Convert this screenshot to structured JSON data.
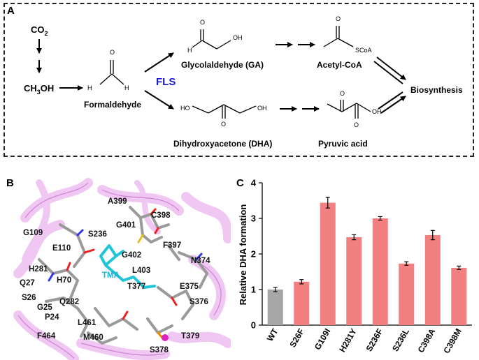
{
  "panel_labels": {
    "a": "A",
    "b": "B",
    "c": "C"
  },
  "pathway": {
    "co2": "CO",
    "co2_sub": "2",
    "methanol": "CH",
    "methanol_sub": "3",
    "methanol_tail": "OH",
    "formaldehyde": "Formaldehyde",
    "enzyme": "FLS",
    "glycolaldehyde": "Glycolaldehyde (GA)",
    "dha": "Dihydroxyacetone (DHA)",
    "acetyl_coa": "Acetyl-CoA",
    "pyruvic": "Pyruvic acid",
    "biosynthesis": "Biosynthesis",
    "atoms": {
      "O": "O",
      "H": "H",
      "OH": "OH",
      "HO": "HO",
      "SCoA": "SCoA"
    },
    "colors": {
      "enzyme": "#1a1ad0"
    }
  },
  "structure": {
    "ligand_label": "TMA",
    "residues": [
      "A399",
      "C398",
      "G401",
      "G109",
      "S236",
      "F397",
      "E110",
      "G402",
      "N374",
      "L403",
      "H281",
      "H70",
      "Q27",
      "T377",
      "E375",
      "S26",
      "G25",
      "Q282",
      "S376",
      "P24",
      "L461",
      "F464",
      "M460",
      "T379",
      "S378"
    ],
    "colors": {
      "cartoon": "#e28ce8",
      "ligand": "#22c4d8",
      "residue_label": "#111111",
      "ligand_label": "#1ab0e0"
    }
  },
  "chart_data": {
    "type": "bar",
    "categories": [
      "WT",
      "S26F",
      "G109I",
      "H281Y",
      "S236F",
      "S236L",
      "C398A",
      "C398M"
    ],
    "values": [
      1.0,
      1.22,
      3.44,
      2.47,
      3.0,
      1.73,
      2.53,
      1.61
    ],
    "errors": [
      0.06,
      0.06,
      0.15,
      0.07,
      0.05,
      0.05,
      0.13,
      0.05
    ],
    "ylabel": "Relative DHA formation",
    "xlabel": "",
    "ylim": [
      0,
      4
    ],
    "yticks": [
      "0",
      "1",
      "2",
      "3",
      "4"
    ],
    "bar_colors": [
      "#a6a6a6",
      "#f28080",
      "#f28080",
      "#f28080",
      "#f28080",
      "#f28080",
      "#f28080",
      "#f28080"
    ],
    "grid": false
  }
}
